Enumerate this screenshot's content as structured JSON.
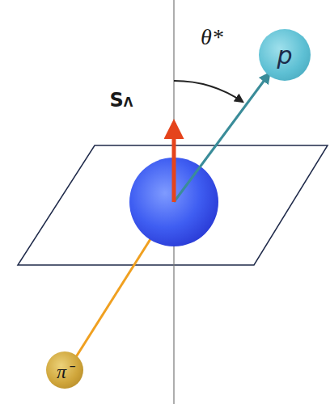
{
  "diagram": {
    "nodes": [
      {
        "text": [
          "p"
        ]
      },
      {
        "text": [
          "π⁻"
        ]
      }
    ],
    "labels": [
      "SΛ",
      "θ*"
    ]
  }
}
